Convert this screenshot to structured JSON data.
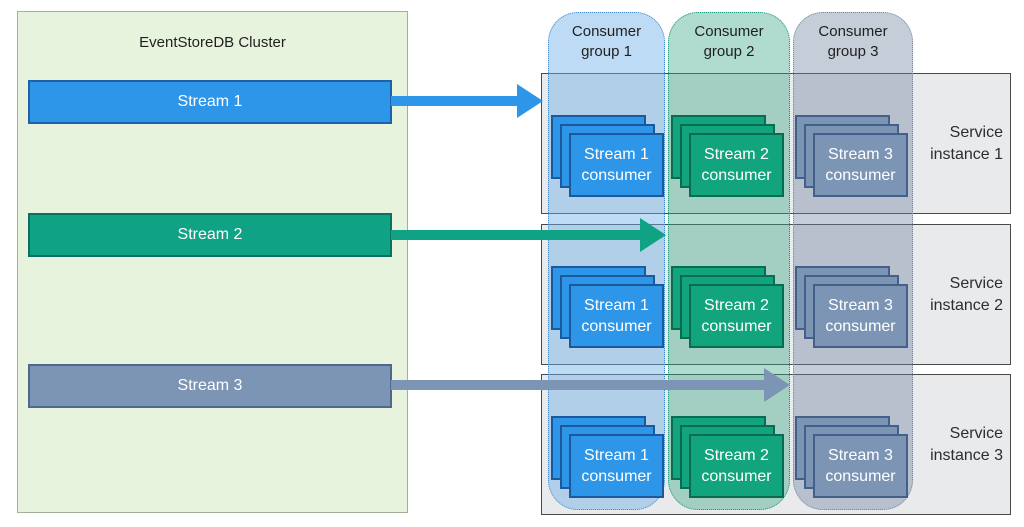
{
  "cluster": {
    "title": "EventStoreDB Cluster",
    "streams": [
      {
        "label": "Stream 1",
        "color": "#2e96e8"
      },
      {
        "label": "Stream 2",
        "color": "#0fa284"
      },
      {
        "label": "Stream 3",
        "color": "#7d95b5"
      }
    ]
  },
  "consumer_groups": [
    {
      "label": "Consumer group 1",
      "tint": "#c6dff6"
    },
    {
      "label": "Consumer group 2",
      "tint": "#b5ddd1"
    },
    {
      "label": "Consumer group 3",
      "tint": "#c7cfdb"
    }
  ],
  "service_instances": [
    {
      "label": "Service instance 1"
    },
    {
      "label": "Service instance 2"
    },
    {
      "label": "Service instance 3"
    }
  ],
  "consumers": {
    "rows": [
      {
        "cells": [
          {
            "label": "Stream 1 consumer"
          },
          {
            "label": "Stream 2 consumer"
          },
          {
            "label": "Stream 3 consumer"
          }
        ]
      },
      {
        "cells": [
          {
            "label": "Stream 1 consumer"
          },
          {
            "label": "Stream 2 consumer"
          },
          {
            "label": "Stream 3 consumer"
          }
        ]
      },
      {
        "cells": [
          {
            "label": "Stream 1 consumer"
          },
          {
            "label": "Stream 2 consumer"
          },
          {
            "label": "Stream 3 consumer"
          }
        ]
      }
    ]
  },
  "colors": {
    "cluster_bg": "#e8f3de",
    "service_bg": "#e9eaeb",
    "stream1": "#2e96e8",
    "stream2": "#0fa284",
    "stream3": "#7d95b5",
    "text_dark": "#2d2d2d",
    "text_light": "#ffffff"
  }
}
